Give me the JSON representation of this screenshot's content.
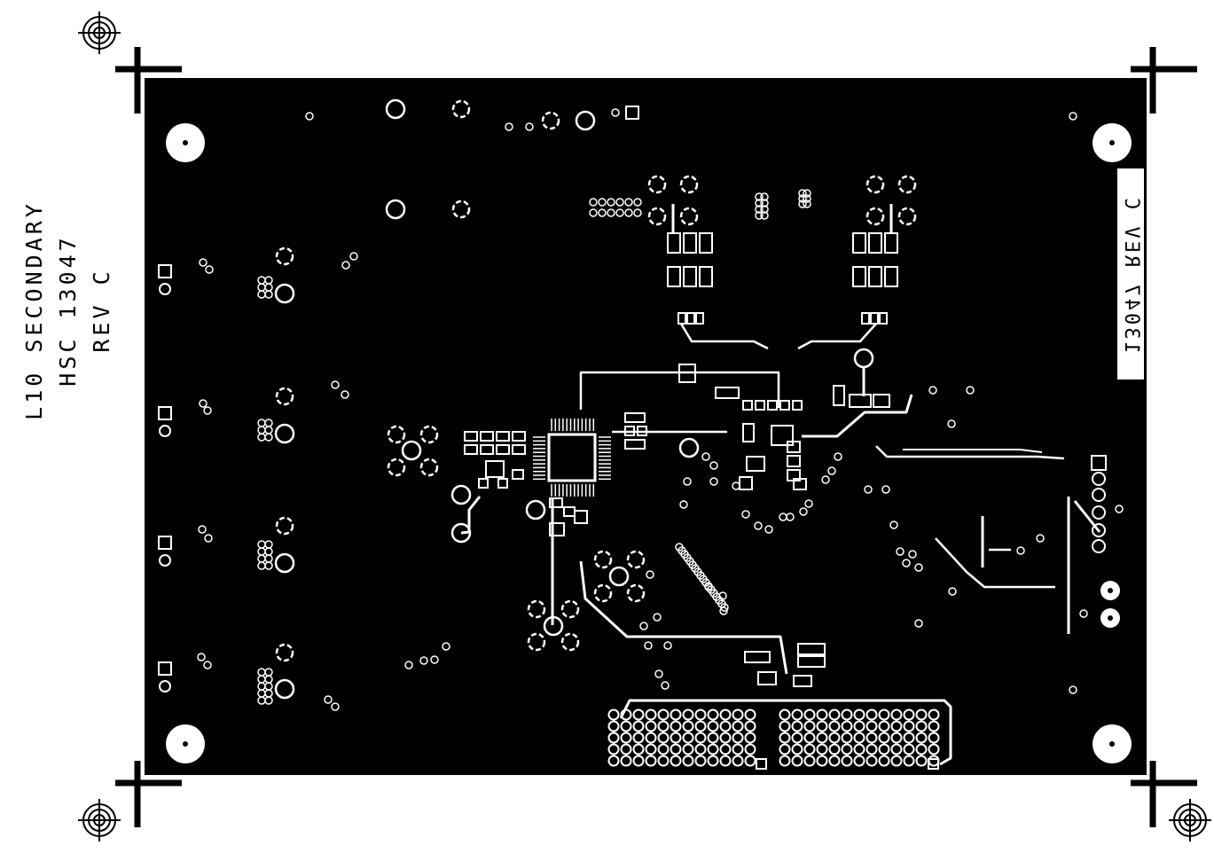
{
  "board": {
    "title_line_1": "L10 SECONDARY",
    "title_line_2": "HSC 13047",
    "title_line_3": "REV C",
    "mirrored_edge_label": "13047 REV C",
    "colors": {
      "copper": "#000000",
      "background": "#ffffff",
      "feature": "#ffffff"
    }
  }
}
